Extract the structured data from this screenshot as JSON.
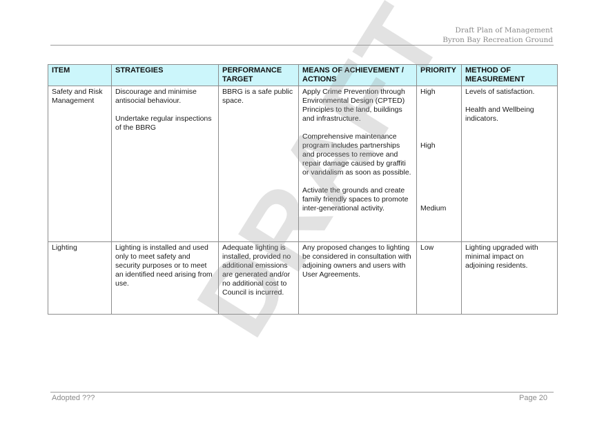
{
  "header": {
    "line1": "Draft Plan of Management",
    "line2": "Byron Bay Recreation Ground"
  },
  "table": {
    "headers": {
      "item": "ITEM",
      "strategies": "STRATEGIES",
      "performance_target": "PERFORMANCE TARGET",
      "means": "MEANS OF ACHIEVEMENT / ACTIONS",
      "priority": "PRIORITY",
      "measurement": "METHOD OF MEASUREMENT"
    },
    "rows": [
      {
        "item": "Safety and Risk Management",
        "strategies": [
          "Discourage and minimise antisocial behaviour.",
          "Undertake regular inspections of the BBRG"
        ],
        "performance_target": "BBRG is a safe public space.",
        "means": [
          "Apply Crime Prevention through Environmental Design (CPTED) Principles to the land, buildings and infrastructure.",
          "Comprehensive maintenance program includes partnerships and processes to remove and repair damage caused by graffiti or vandalism as soon as possible.",
          "Activate the grounds and create family friendly spaces to promote inter-generational activity."
        ],
        "priority": [
          "High",
          "High",
          "Medium"
        ],
        "measurement": [
          "Levels of satisfaction.",
          "Health and Wellbeing indicators."
        ]
      },
      {
        "item": "Lighting",
        "strategies": [
          "Lighting is installed and used only to meet safety and security purposes or to meet an identified need arising from use."
        ],
        "performance_target": "Adequate lighting is installed, provided no additional emissions are generated and/or no additional cost to Council is incurred.",
        "means": [
          "Any proposed changes to lighting be considered in consultation with adjoining owners and users with User Agreements."
        ],
        "priority": [
          "Low"
        ],
        "measurement": [
          "Lighting upgraded with minimal impact on adjoining residents."
        ]
      }
    ]
  },
  "watermark": "DRAFT",
  "footer": {
    "left": "Adopted ???",
    "right": "Page 20"
  }
}
